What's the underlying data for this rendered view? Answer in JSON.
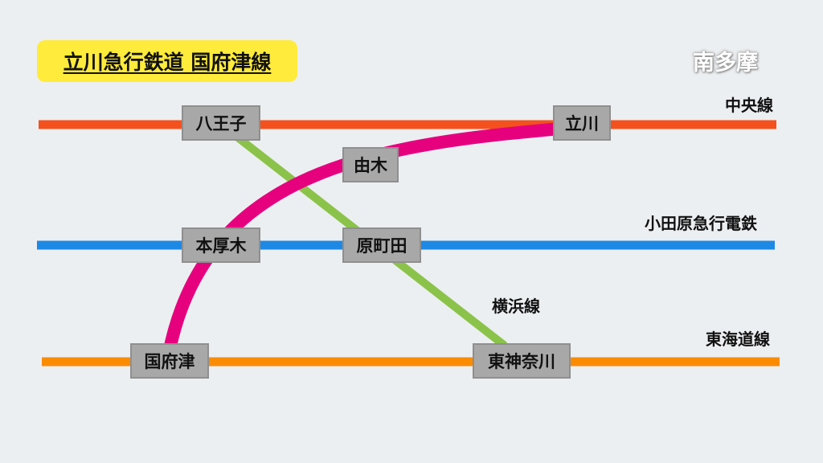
{
  "title": "立川急行鉄道 国府津線",
  "region": "南多摩",
  "lines": {
    "chuo": {
      "label": "中央線",
      "color": "#F4511E"
    },
    "odakyu": {
      "label": "小田原急行電鉄",
      "color": "#1E88E5"
    },
    "tokaido": {
      "label": "東海道線",
      "color": "#FB8C00"
    },
    "yokohama": {
      "label": "横浜線",
      "color": "#8BC34A"
    },
    "kozu": {
      "color": "#E6007E"
    }
  },
  "stations": {
    "hachioji": "八王子",
    "tachikawa": "立川",
    "yuki": "由木",
    "honatsugi": "本厚木",
    "haramachida": "原町田",
    "kozu": "国府津",
    "higashikanagawa": "東神奈川"
  }
}
